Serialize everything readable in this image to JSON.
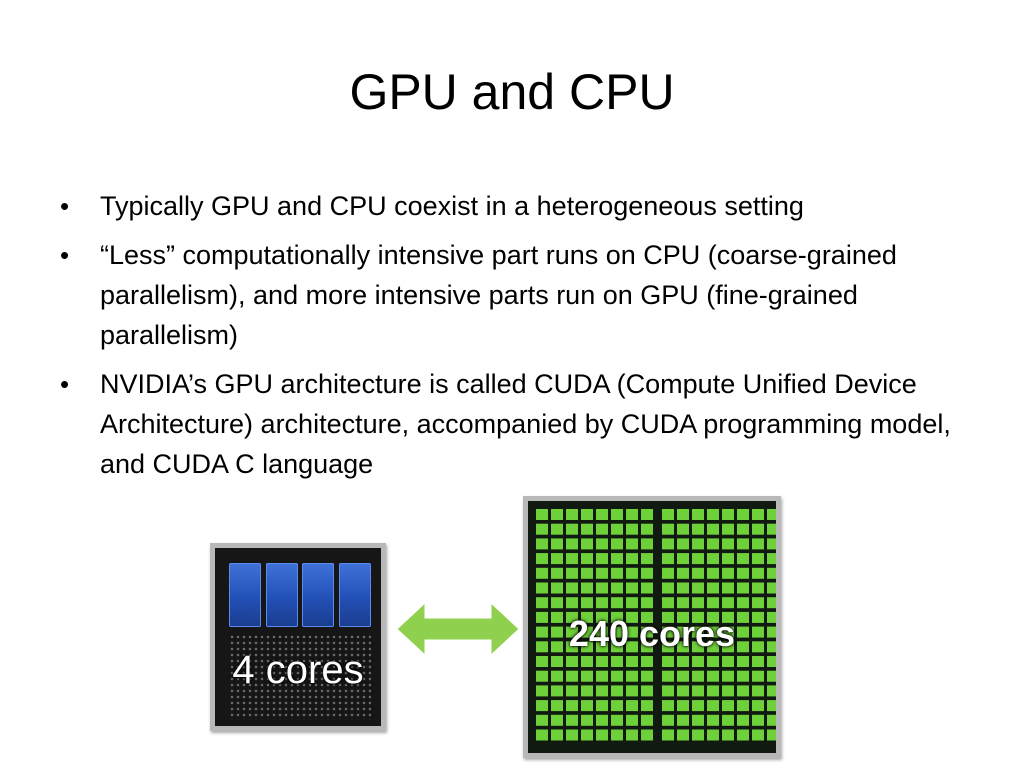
{
  "slide": {
    "title": "GPU and CPU",
    "bullets": [
      "Typically GPU and CPU coexist in a heterogeneous setting",
      "“Less” computationally intensive part runs on CPU (coarse-grained parallelism), and more intensive parts run on GPU (fine-grained parallelism)",
      "NVIDIA’s GPU architecture is called CUDA (Compute Unified Device Architecture) architecture, accompanied by CUDA programming model, and CUDA C language"
    ],
    "bullet_symbol": "•"
  },
  "figure": {
    "cpu": {
      "label": "4 cores",
      "core_count": 4,
      "core_color": "#2a57c2"
    },
    "gpu": {
      "label": "240 cores",
      "core_color": "#6fd13a"
    },
    "arrow": {
      "color": "#8fd14f"
    }
  }
}
